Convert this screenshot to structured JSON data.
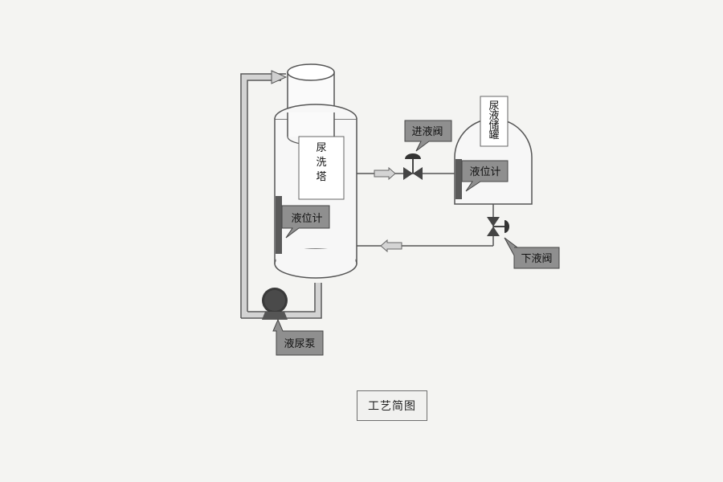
{
  "diagram": {
    "title": "工艺简图",
    "washer_tower": "尿洗塔",
    "tower_level_meter": "液位计",
    "tank_level_meter": "液位计",
    "tank": "尿液储罐",
    "inlet_valve": "进液阀",
    "outlet_valve": "下液阀",
    "pump": "液尿泵"
  },
  "colors": {
    "background": "#f4f4f2",
    "outline": "#555555",
    "label_box": "#8f8f8f",
    "pipe_fill": "#cfcfcf",
    "level_bar": "#5a5a5a"
  }
}
